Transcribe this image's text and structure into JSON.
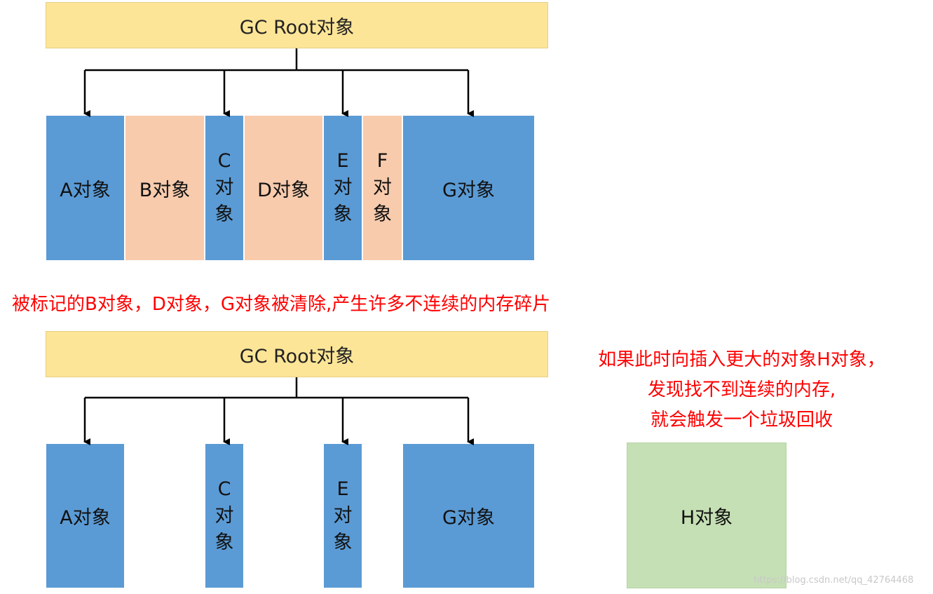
{
  "top": {
    "root_label": "GC Root对象",
    "blocks": {
      "a": "A对象",
      "b": "B对象",
      "c": [
        "C",
        "对",
        "象"
      ],
      "d": "D对象",
      "e": [
        "E",
        "对",
        "象"
      ],
      "f": [
        "F",
        "对",
        "象"
      ],
      "g": "G对象"
    }
  },
  "caption": "被标记的B对象，D对象，G对象被清除,产生许多不连续的内存碎片",
  "bottom": {
    "root_label": "GC Root对象",
    "blocks": {
      "a": "A对象",
      "c": [
        "C",
        "对",
        "象"
      ],
      "e": [
        "E",
        "对",
        "象"
      ],
      "g": "G对象",
      "h": "H对象"
    },
    "note_lines": [
      "如果此时向插入更大的对象H对象，",
      "发现找不到连续的内存,",
      "就会触发一个垃圾回收"
    ]
  },
  "watermark": "https://blog.csdn.net/qq_42764468",
  "colors": {
    "root_fill": "#fde597",
    "live_object": "#5b9bd5",
    "cleared_object": "#f8cbad",
    "new_object": "#c5e0b4",
    "caption_text": "#ff0000"
  }
}
